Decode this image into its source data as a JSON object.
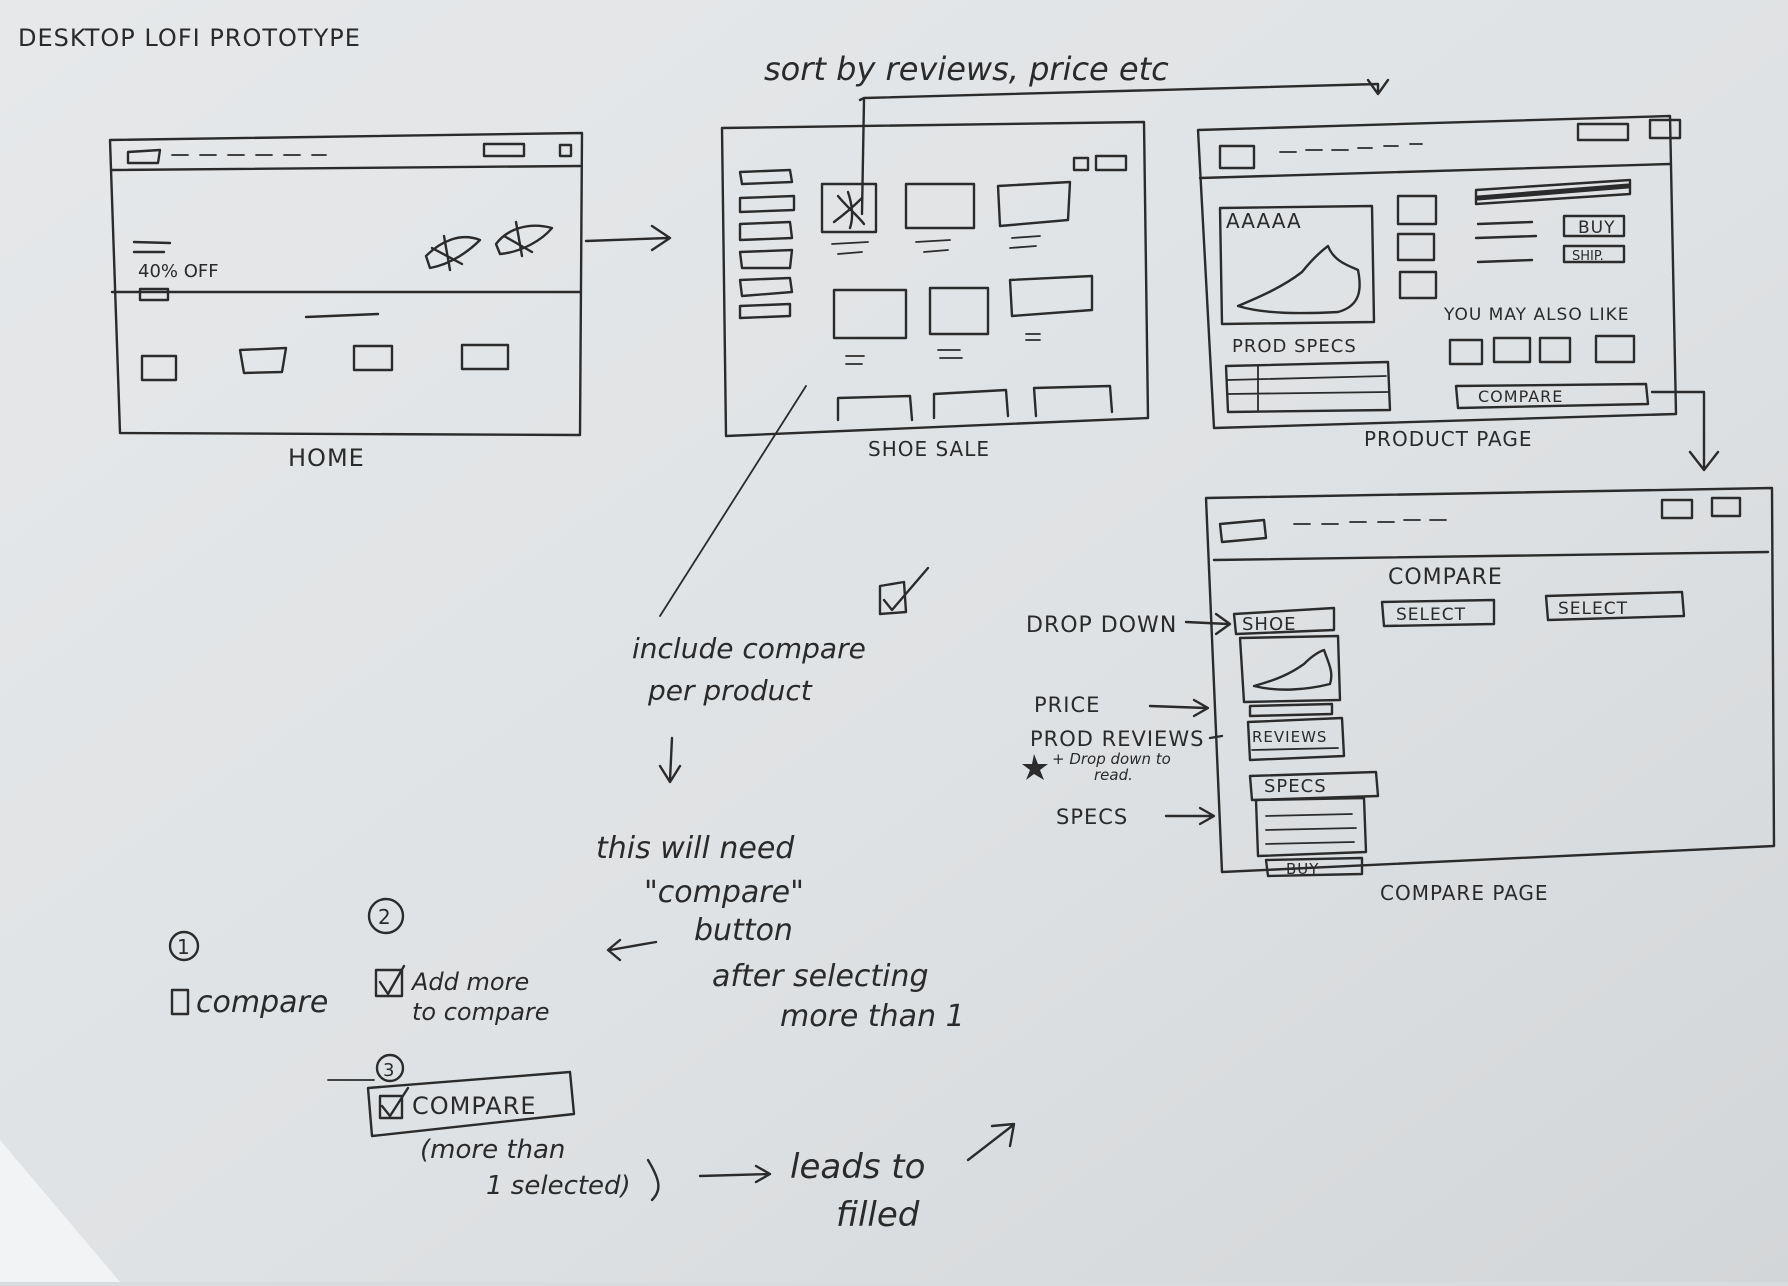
{
  "sheet_title": "DESKTOP LOFI PROTOTYPE",
  "notes": {
    "sort": "sort by reviews, price etc",
    "include_compare": [
      "include compare",
      "per product"
    ],
    "will_need": [
      "this will need",
      "\"compare\"",
      "button",
      "after selecting",
      "more than 1"
    ],
    "leads_to": [
      "leads to",
      "filled"
    ]
  },
  "frames": {
    "home": {
      "label": "HOME",
      "promo": "40% OFF"
    },
    "shoe_sale": {
      "label": "SHOE SALE"
    },
    "product_page": {
      "label": "PRODUCT PAGE",
      "stars": "AAAAA",
      "buy": "BUY",
      "ship": "SHIP.",
      "prod_specs": "PROD SPECS",
      "you_may_also_like": "YOU MAY ALSO LIKE",
      "compare_button": "COMPARE"
    },
    "compare_page": {
      "label": "COMPARE PAGE",
      "heading": "COMPARE",
      "shoe_dropdown": "SHOE",
      "select_1": "SELECT",
      "select_2": "SELECT",
      "reviews": "REVIEWS",
      "specs": "SPECS",
      "buy": "BUY"
    }
  },
  "annotations": {
    "drop_down": "DROP DOWN",
    "price": "PRICE",
    "prod_reviews": "PROD REVIEWS",
    "reviews_note": [
      "+ Drop down to",
      "read."
    ],
    "specs": "SPECS"
  },
  "steps": {
    "step1": {
      "number": "1",
      "label": "compare"
    },
    "step2": {
      "number": "2",
      "label": [
        "Add more",
        "to compare"
      ]
    },
    "step3": {
      "number": "3",
      "label": "COMPARE",
      "note": [
        "(more than",
        "1 selected)"
      ]
    }
  }
}
